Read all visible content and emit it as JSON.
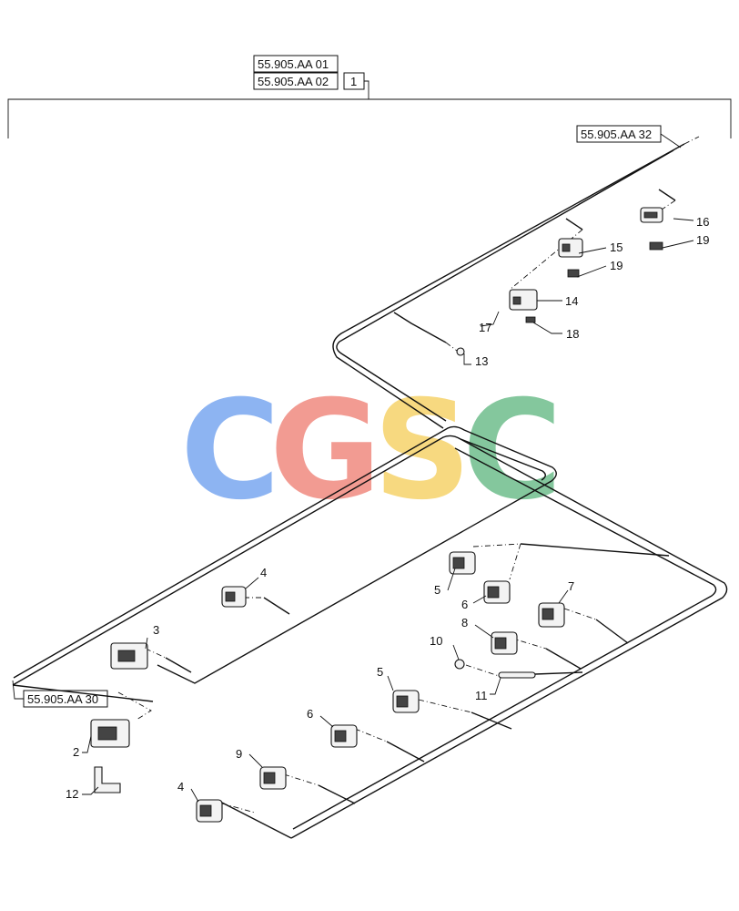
{
  "references": {
    "top_1": "55.905.AA 01",
    "top_2": "55.905.AA 02",
    "top_item": "1",
    "right": "55.905.AA 32",
    "left": "55.905.AA 30"
  },
  "watermark": {
    "letters": [
      {
        "char": "C",
        "color": "#7aa7f0"
      },
      {
        "char": "G",
        "color": "#f08a80"
      },
      {
        "char": "S",
        "color": "#f6d36a"
      },
      {
        "char": "C",
        "color": "#6fbe8c"
      }
    ]
  },
  "callouts": [
    "2",
    "3",
    "4",
    "4",
    "5",
    "5",
    "6",
    "6",
    "7",
    "8",
    "9",
    "10",
    "11",
    "12",
    "13",
    "14",
    "15",
    "16",
    "17",
    "18",
    "19",
    "19"
  ]
}
